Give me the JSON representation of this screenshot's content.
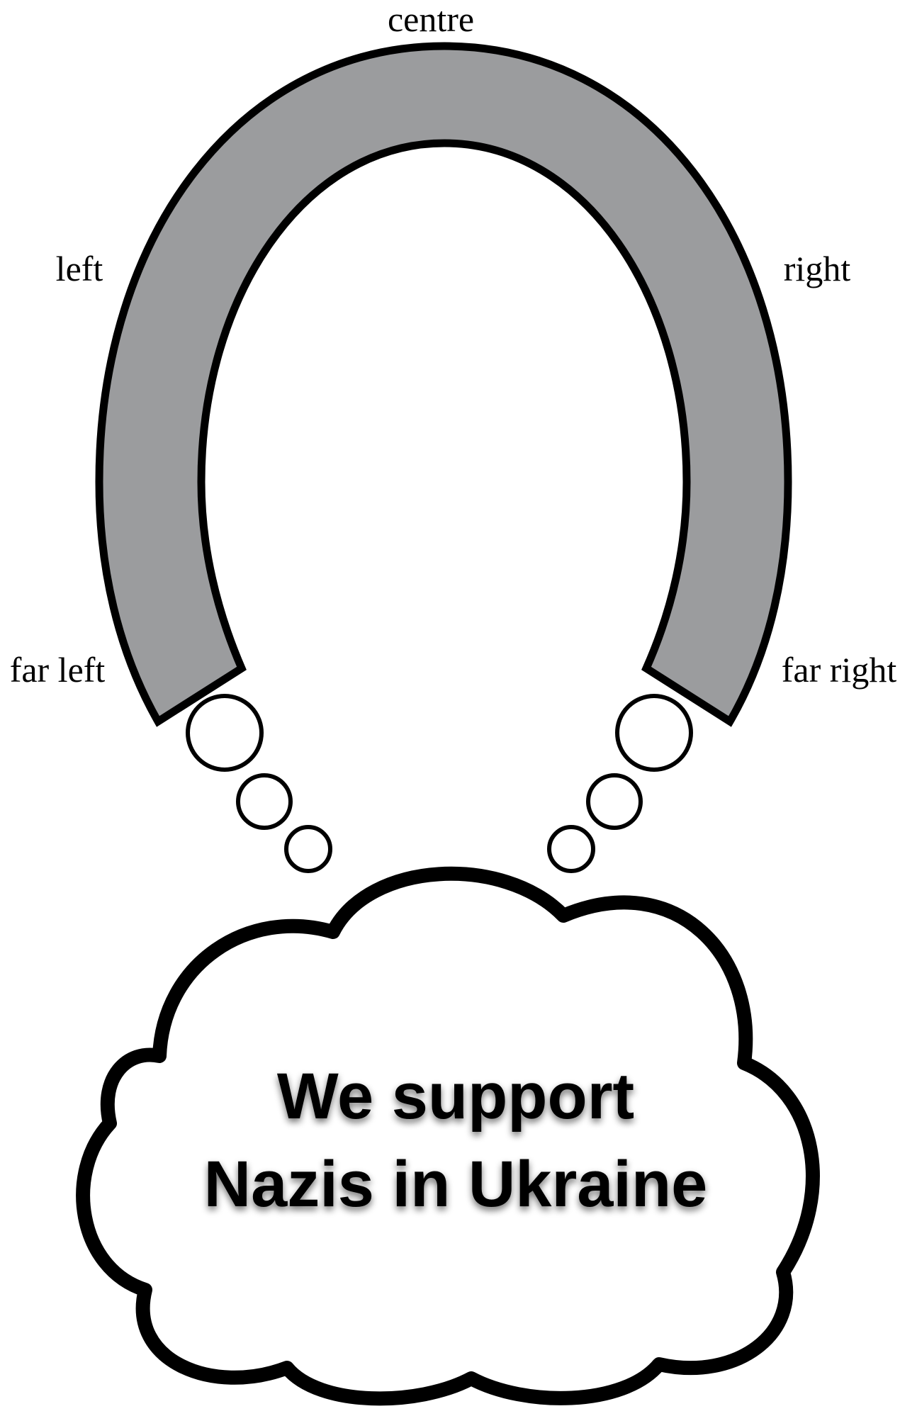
{
  "labels": {
    "centre": "centre",
    "left": "left",
    "right": "right",
    "far_left": "far left",
    "far_right": "far right"
  },
  "cloud": {
    "line1": "We support",
    "line2": "Nazis in Ukraine"
  },
  "colors": {
    "arc_fill": "#9b9c9e",
    "outline": "#000000",
    "background": "#ffffff"
  }
}
